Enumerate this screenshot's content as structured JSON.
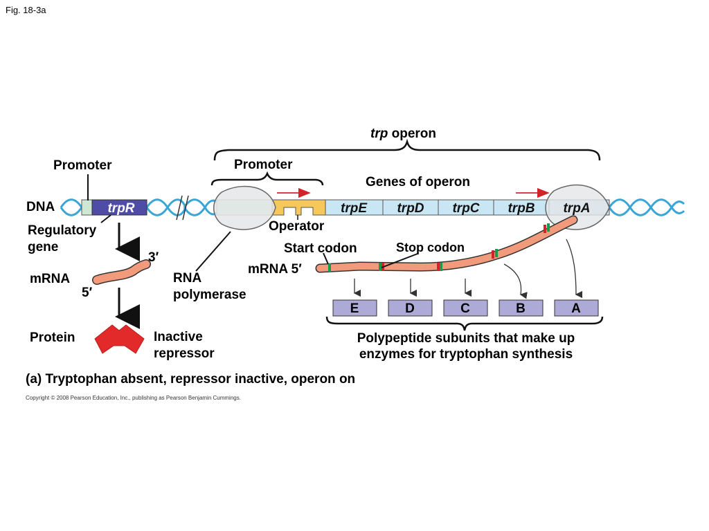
{
  "figure_label": "Fig. 18-3a",
  "operon_title": {
    "italic": "trp",
    "rest": " operon"
  },
  "labels": {
    "promoter_left": "Promoter",
    "promoter_right": "Promoter",
    "genes_of_operon": "Genes of operon",
    "dna": "DNA",
    "regulatory_gene_1": "Regulatory",
    "regulatory_gene_2": "gene",
    "operator": "Operator",
    "start_codon": "Start codon",
    "stop_codon": "Stop codon",
    "mrna_left": "mRNA",
    "mrna_right": "mRNA 5′",
    "three_prime": "3′",
    "five_prime": "5′",
    "rna_polymerase_1": "RNA",
    "rna_polymerase_2": "polymerase",
    "protein": "Protein",
    "inactive_repressor_1": "Inactive",
    "inactive_repressor_2": "repressor"
  },
  "genes": {
    "trpR": "trpR",
    "trpE": "trpE",
    "trpD": "trpD",
    "trpC": "trpC",
    "trpB": "trpB",
    "trpA": "trpA"
  },
  "enzymes": [
    "E",
    "D",
    "C",
    "B",
    "A"
  ],
  "polypeptide_line1": "Polypeptide subunits that make up",
  "polypeptide_line2": "enzymes for tryptophan synthesis",
  "caption": "(a) Tryptophan absent, repressor inactive, operon on",
  "copyright": "Copyright © 2008 Pearson Education, Inc., publishing as Pearson Benjamin Cummings.",
  "colors": {
    "dna_helix": "#3aa6d6",
    "trpR_box": "#4f4ca6",
    "promoter_box": "#cfe8d4",
    "operator_box": "#f6c85a",
    "gene_box": "#c9e6f5",
    "mrna": "#f29a7c",
    "enzyme_box": "#aeaad8",
    "repressor": "#e32a2a",
    "start_codon": "#1a9a4a",
    "stop_codon": "#d2232a"
  }
}
